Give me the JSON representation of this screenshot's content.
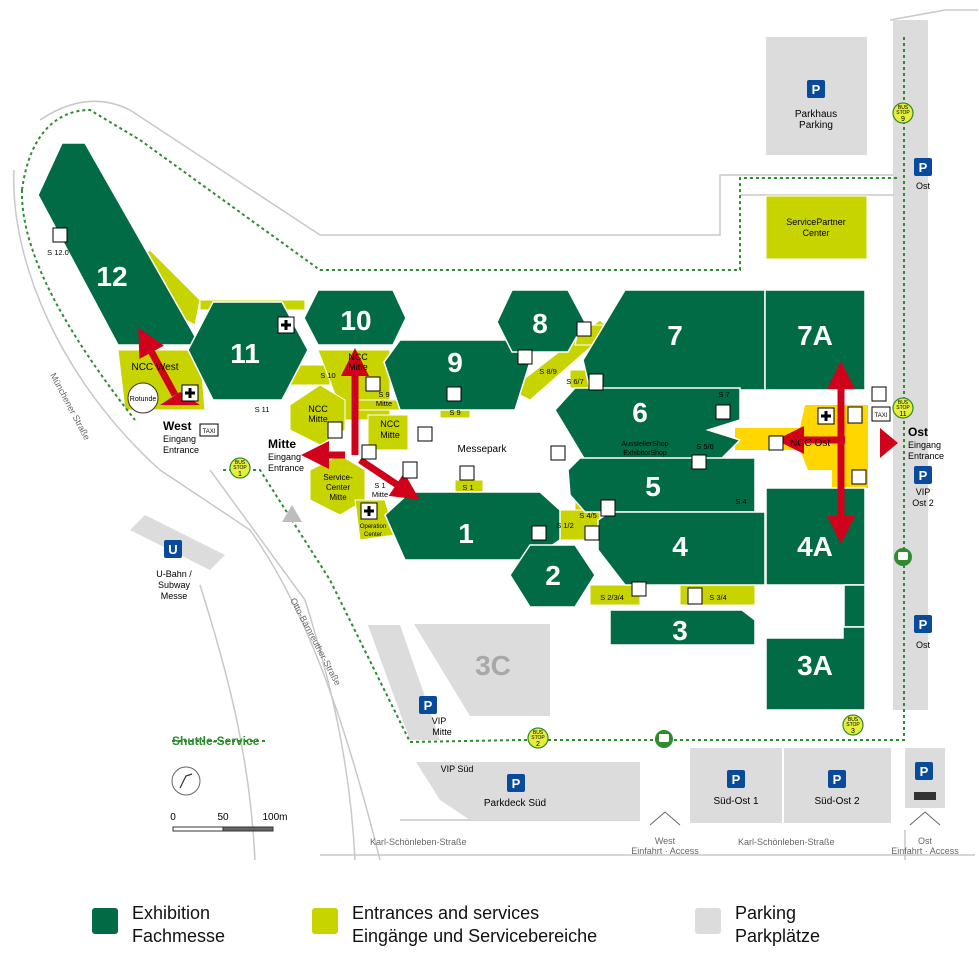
{
  "colors": {
    "exhibition": "#006b45",
    "service": "#c8d400",
    "parking": "#dcdcdc",
    "ncc_ost": "#ffd600",
    "arrow": "#d0021b",
    "shuttle": "#2e8b2e",
    "parking_sign": "#0a4a9a"
  },
  "halls": [
    {
      "id": "12",
      "label": "12"
    },
    {
      "id": "11",
      "label": "11"
    },
    {
      "id": "10",
      "label": "10"
    },
    {
      "id": "9",
      "label": "9"
    },
    {
      "id": "8",
      "label": "8"
    },
    {
      "id": "7",
      "label": "7"
    },
    {
      "id": "7A",
      "label": "7A"
    },
    {
      "id": "6",
      "label": "6"
    },
    {
      "id": "5",
      "label": "5"
    },
    {
      "id": "4",
      "label": "4"
    },
    {
      "id": "4A",
      "label": "4A"
    },
    {
      "id": "3",
      "label": "3"
    },
    {
      "id": "3A",
      "label": "3A"
    },
    {
      "id": "3C",
      "label": "3C"
    },
    {
      "id": "2",
      "label": "2"
    },
    {
      "id": "1",
      "label": "1"
    }
  ],
  "labels": {
    "ncc_west": "NCC West",
    "rotunde": "Rotunde",
    "ncc_mitte_top_1": "NCC",
    "ncc_mitte_top_2": "Mitte",
    "ncc_mitte_left_1": "NCC",
    "ncc_mitte_left_2": "Mitte",
    "ncc_mitte_right_1": "NCC",
    "ncc_mitte_right_2": "Mitte",
    "service_center_1": "Service-",
    "service_center_2": "Center",
    "service_center_3": "Mitte",
    "operation_center_1": "Operation",
    "operation_center_2": "Center",
    "ncc_ost": "NCC Ost",
    "messepark": "Messepark",
    "aussteller_shop": "AusstellerShop",
    "exhibitor_shop": "ExhibitorShop",
    "parkhaus": "Parkhaus",
    "parking": "Parking",
    "servicepartner_1": "ServicePartner",
    "servicepartner_2": "Center",
    "vip_mitte_1": "VIP",
    "vip_mitte_2": "Mitte",
    "vip_sued": "VIP Süd",
    "parkdeck_sued": "Parkdeck Süd",
    "sued_ost_1": "Süd-Ost 1",
    "sued_ost_2": "Süd-Ost 2",
    "ost_top": "Ost",
    "ost_bottom": "Ost",
    "vip_ost_1": "VIP",
    "vip_ost_2": "Ost 2",
    "ubahn_1": "U-Bahn /",
    "ubahn_2": "Subway",
    "ubahn_3": "Messe",
    "ubahn_letter": "U",
    "shuttle_service": "Shuttle-Service",
    "muenchener_strasse": "Münchener Straße",
    "otto_strasse": "Otto-Bärnreuther-Straße",
    "karl_strasse_1": "Karl-Schönleben-Straße",
    "karl_strasse_2": "Karl-Schönleben-Straße",
    "west_access_1": "West",
    "west_access_2": "Einfahrt · Access",
    "ost_access_1": "Ost",
    "ost_access_2": "Einfahrt · Access",
    "taxi_west": "TAXI",
    "taxi_ost": "TAXI",
    "parking_letter": "P"
  },
  "entrances": {
    "west_title": "West",
    "west_sub1": "Eingang",
    "west_sub2": "Entrance",
    "mitte_title": "Mitte",
    "mitte_sub1": "Eingang",
    "mitte_sub2": "Entrance",
    "ost_title": "Ost",
    "ost_sub1": "Eingang",
    "ost_sub2": "Entrance"
  },
  "service_points": [
    "S 12.0",
    "S 11",
    "S 10",
    "S 9",
    "S 9",
    "S 8/9",
    "S 6/7",
    "S 7",
    "S 5/6",
    "S 4",
    "S 4/5",
    "S 1/2",
    "S 1",
    "S 1",
    "S 2/3/4",
    "S 3/4"
  ],
  "service_points_mitte": [
    "Mitte",
    "Mitte"
  ],
  "bus_stops": [
    {
      "l1": "BUS",
      "l2": "STOP",
      "num": "1"
    },
    {
      "l1": "BUS",
      "l2": "STOP",
      "num": "2"
    },
    {
      "l1": "BUS",
      "l2": "STOP",
      "num": "3"
    },
    {
      "l1": "BUS",
      "l2": "STOP",
      "num": "9"
    },
    {
      "l1": "BUS",
      "l2": "STOP",
      "num": "11"
    }
  ],
  "scale": {
    "zero": "0",
    "mid": "50",
    "end": "100m"
  },
  "legend": [
    {
      "key": "exhibition",
      "line1": "Exhibition",
      "line2": "Fachmesse"
    },
    {
      "key": "service",
      "line1": "Entrances and services",
      "line2": "Eingänge und Servicebereiche"
    },
    {
      "key": "parking",
      "line1": "Parking",
      "line2": "Parkplätze"
    }
  ]
}
